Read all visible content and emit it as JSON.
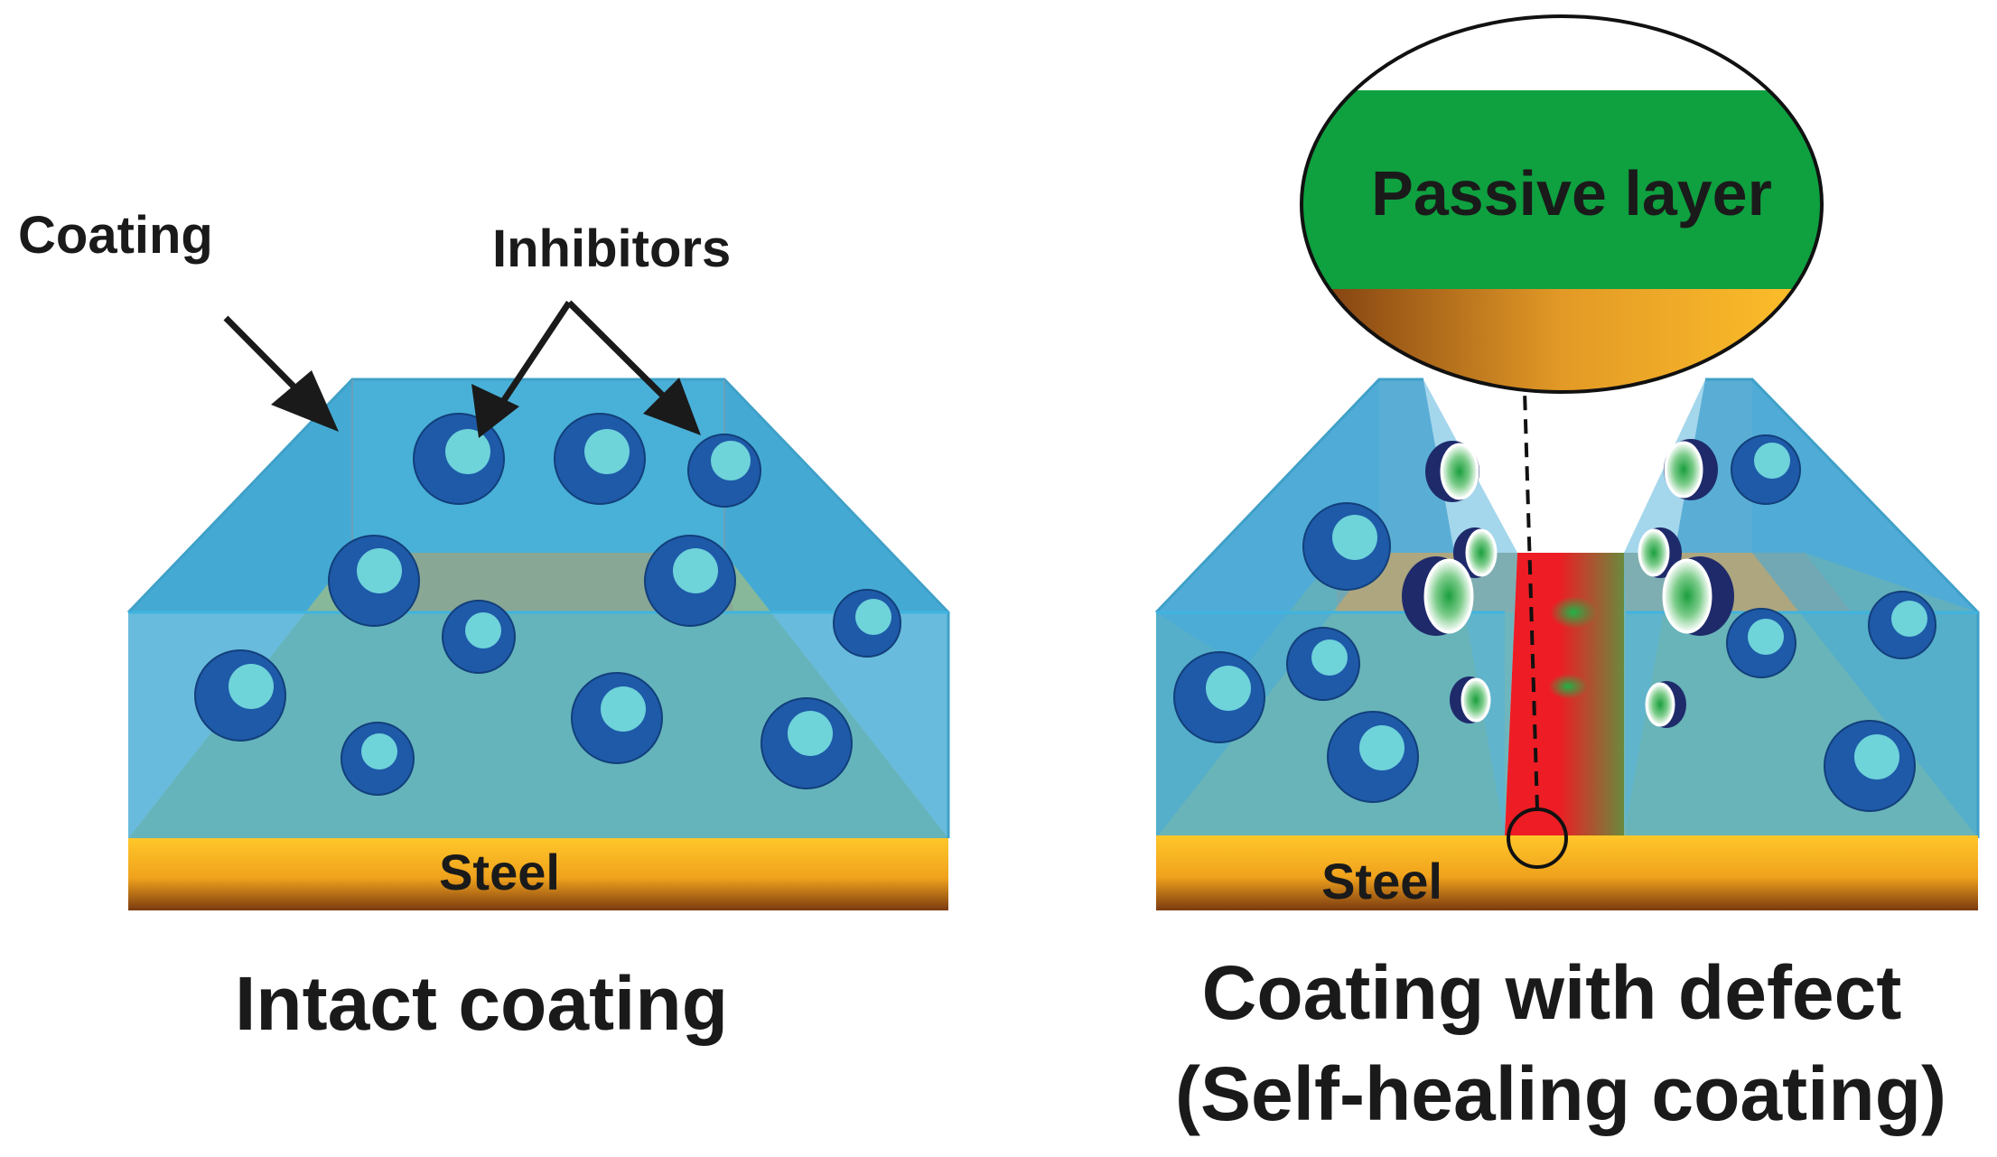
{
  "left_panel": {
    "coating_label": "Coating",
    "inhibitors_label": "Inhibitors",
    "steel_label": "Steel",
    "caption": "Intact coating"
  },
  "right_panel": {
    "zoom_label": "Passive layer",
    "steel_label": "Steel",
    "caption_line1": "Coating with defect",
    "caption_line2": "(Self-healing coating)"
  },
  "colors": {
    "coating_blue": "#49b0d8",
    "inhibitor_dark": "#1e5aa8",
    "inhibitor_light": "#6fd3da",
    "passive_green": "#0fa040",
    "steel_gold": "#f6b121",
    "steel_brown": "#7a3a10",
    "defect_red": "#ee1c24"
  },
  "icons": {
    "arrows": "arrow-icon",
    "released_inhibitor": "half-capsule-icon"
  }
}
